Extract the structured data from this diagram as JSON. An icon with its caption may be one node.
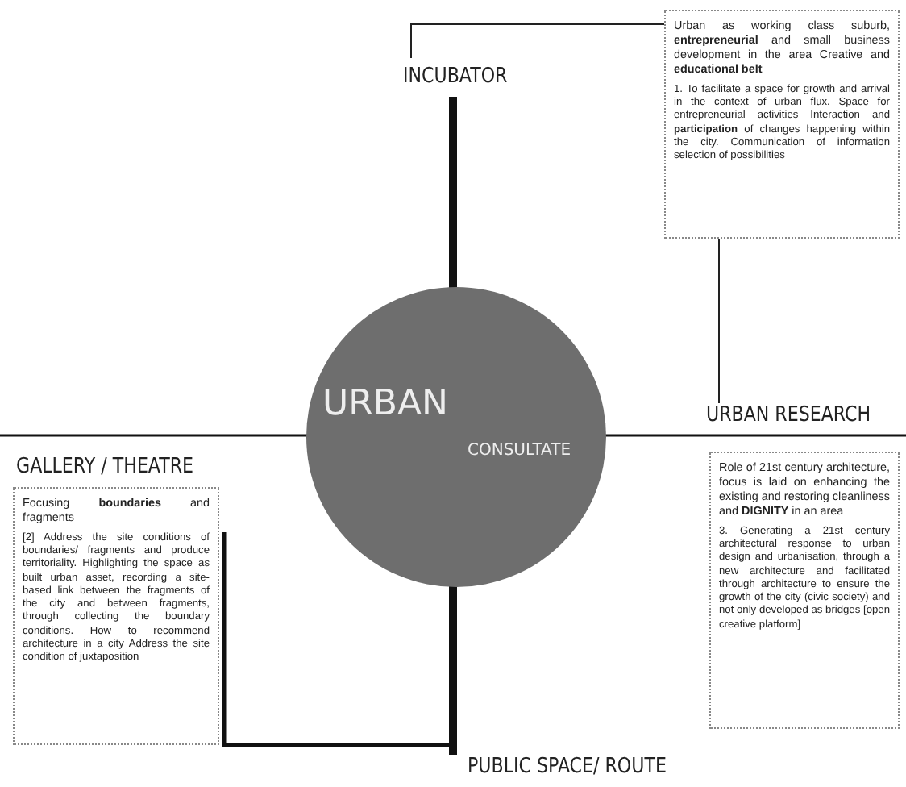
{
  "diagram": {
    "nodes": [
      {
        "text": [
          "INCUBATOR"
        ]
      },
      {
        "text": [
          "Urban as working class suburb, **entrepreneurial** and small business development in the area Creative and **educational belt**",
          "1. To facilitate a space for growth and arrival in the context of urban flux. Space for entrepreneurial activities Interaction and **participation** of changes happening within the city. Communication of information selection of possibilities"
        ]
      },
      {
        "text": [
          "URBAN",
          "CONSULTATE"
        ]
      },
      {
        "text": [
          "URBAN RESEARCH"
        ]
      },
      {
        "text": [
          "GALLERY / THEATRE"
        ]
      },
      {
        "text": [
          "Focusing **boundaries** and fragments",
          "[2] Address the site conditions of boundaries/ fragments and produce territoriality. Highlighting the space as built urban asset, recording a site-based link between the fragments of the city and between fragments, through collecting the boundary conditions. How to recommend architecture in a city Address the site condition of juxtaposition"
        ]
      },
      {
        "text": [
          "Role of 21st century architecture, focus is laid on enhancing the existing and restoring cleanliness and **DIGNITY** in an area",
          "3. Generating a 21st century architectural response to urban design and urbanisation, through a new architecture and facilitated through architecture to ensure the growth of the city (civic society) and not only developed as bridges [open creative platform]"
        ]
      },
      {
        "text": [
          "PUBLIC SPACE/ ROUTE"
        ]
      }
    ],
    "edges": [
      {
        "from": 0,
        "to": 1,
        "arrow": "none"
      },
      {
        "from": 1,
        "to": 3,
        "arrow": "none"
      }
    ]
  }
}
